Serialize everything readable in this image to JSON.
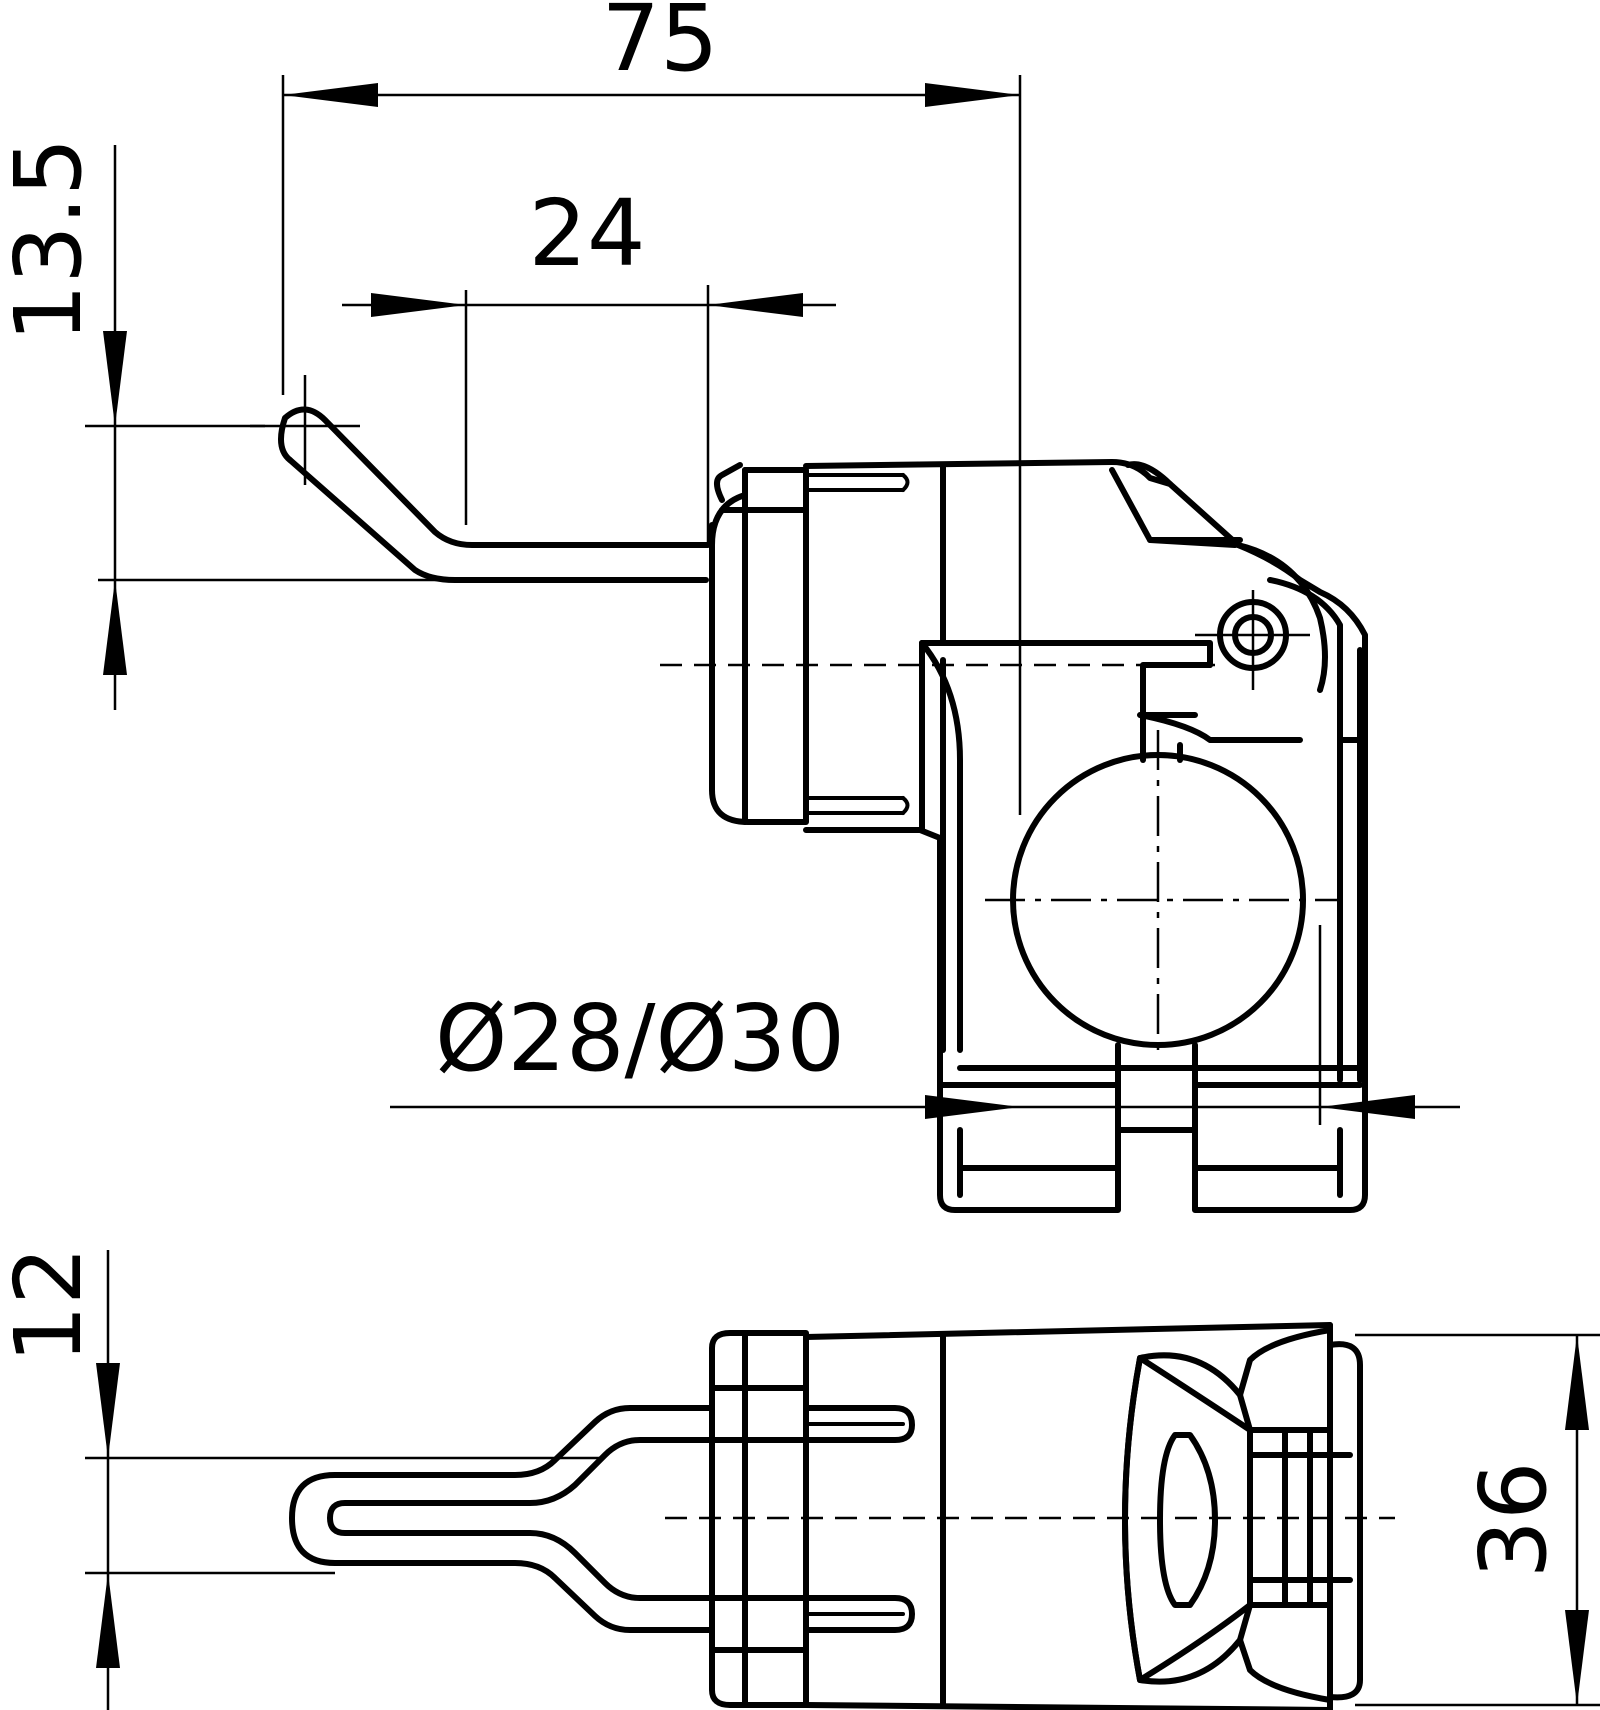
{
  "dimensions": {
    "overall_width": "75",
    "lever_offset": "24",
    "lever_height": "13.5",
    "tube_diameter": "Ø28/Ø30",
    "lever_thickness": "12",
    "clamp_width": "36"
  },
  "colors": {
    "line": "#000000",
    "background": "#ffffff"
  }
}
